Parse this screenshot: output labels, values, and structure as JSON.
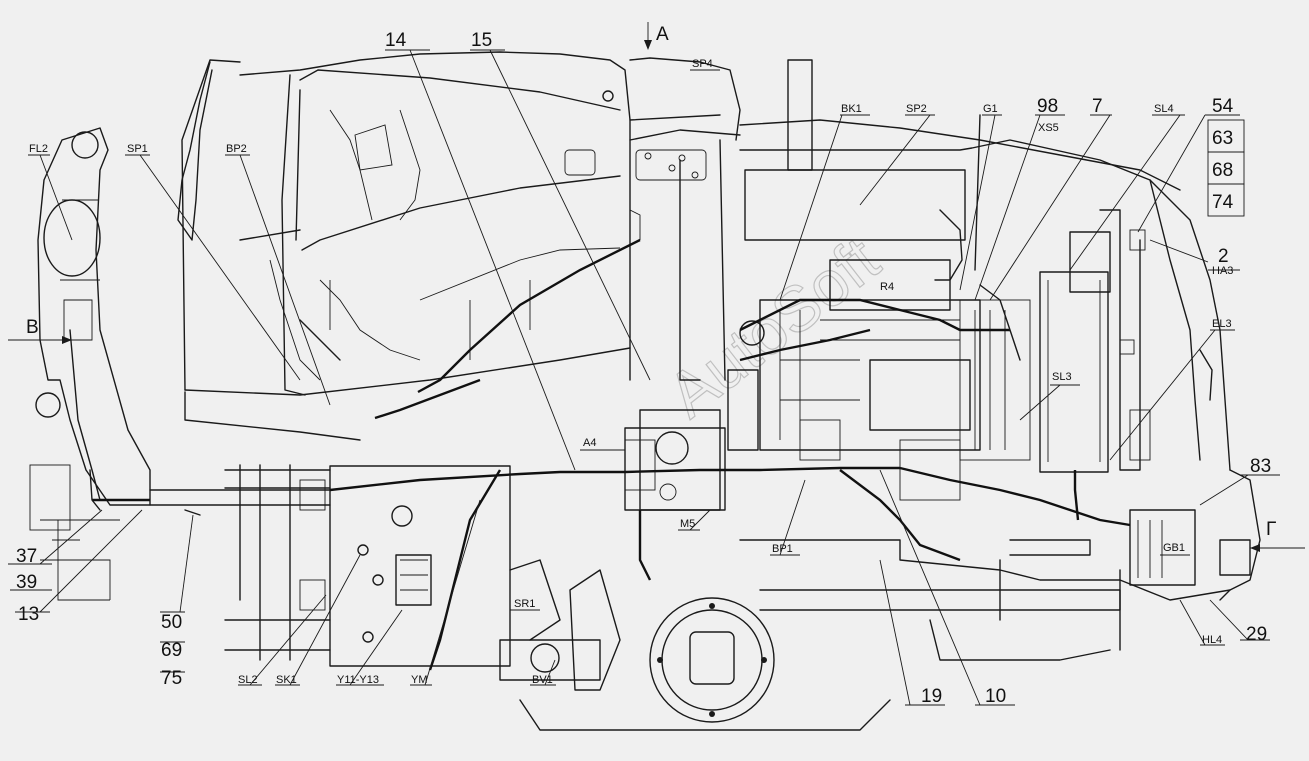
{
  "watermark": "AutoSoft",
  "callouts": {
    "n14": "14",
    "n15": "15",
    "n98": "98",
    "n7": "7",
    "n54": "54",
    "n63": "63",
    "n68": "68",
    "n74": "74",
    "n2": "2",
    "n37": "37",
    "n39": "39",
    "n13": "13",
    "n50": "50",
    "n69": "69",
    "n75": "75",
    "n19": "19",
    "n10": "10",
    "n29": "29",
    "n83": "83"
  },
  "labels": {
    "view_a": "A",
    "view_b": "B",
    "view_g": "Г",
    "FL2": "FL2",
    "SP1": "SP1",
    "BP2": "BP2",
    "SP4": "SP4",
    "BK1": "BK1",
    "SP2": "SP2",
    "G1": "G1",
    "XS5": "XS5",
    "SL4": "SL4",
    "HA3": "HA3",
    "EL3": "EL3",
    "SL3": "SL3",
    "A4": "A4",
    "M5": "M5",
    "BP1": "BP1",
    "SR1": "SR1",
    "GB1": "GB1",
    "HL4": "HL4",
    "SL2": "SL2",
    "SK1": "SK1",
    "Y11_Y13": "Y11-Y13",
    "YM": "YM",
    "BV1": "BV1",
    "R4": "R4"
  }
}
